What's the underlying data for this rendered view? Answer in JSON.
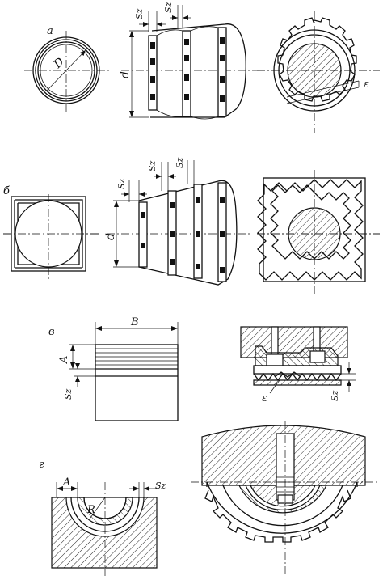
{
  "labels": {
    "a": "а",
    "b": "б",
    "v": "в",
    "g": "г",
    "D": "D",
    "d_a": "d",
    "d_b": "d",
    "eps_a": "ε",
    "eps_v": "ε",
    "Sz_a1": "Sz",
    "Sz_a2": "Sz",
    "Sz_b1": "Sz",
    "Sz_b2": "Sz",
    "Sz_v1": "Sz",
    "Sz_v2": "Sz",
    "Sz_g": "Sz",
    "B": "B",
    "A_v": "A",
    "A_g": "A",
    "R": "R"
  },
  "colors": {
    "ink": "#111111",
    "paper": "#ffffff"
  }
}
